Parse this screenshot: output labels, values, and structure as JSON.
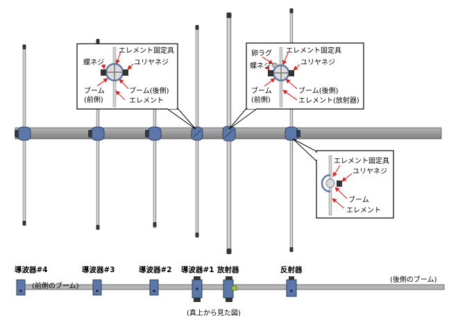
{
  "callouts": {
    "director1": {
      "element_clamp": "エレメント固定具",
      "butterfly_screw": "蝶ネジ",
      "u_bolt_screw": "ユリヤネジ",
      "boom_front_a": "ブーム",
      "boom_front_b": "(前側)",
      "boom_rear": "ブーム(後側)",
      "element": "エレメント"
    },
    "radiator": {
      "element_clamp": "エレメント固定具",
      "egg_lug": "卵ラグ",
      "butterfly_screw": "蝶ネジ",
      "u_bolt_screw": "ユリヤネジ",
      "boom_front_a": "ブーム",
      "boom_front_b": "(前側)",
      "boom_rear": "ブーム(後側)",
      "element_radiator": "エレメント(放射器)"
    },
    "reflector": {
      "element_clamp": "エレメント固定具",
      "u_bolt_screw": "ユリヤネジ",
      "boom": "ブーム",
      "element": "エレメント"
    }
  },
  "top_view": {
    "labels": [
      "導波器#4",
      "導波器#3",
      "導波器#2",
      "導波器#1",
      "放射器",
      "反射器"
    ],
    "boom_front": "(前側のブーム)",
    "boom_rear": "(後側のブーム)",
    "caption": "(真上から見た図)"
  },
  "colors": {
    "boom": "#999999",
    "clamp": "#5b78a8",
    "element": "#bfbfbf",
    "leader": "#e0201c"
  }
}
